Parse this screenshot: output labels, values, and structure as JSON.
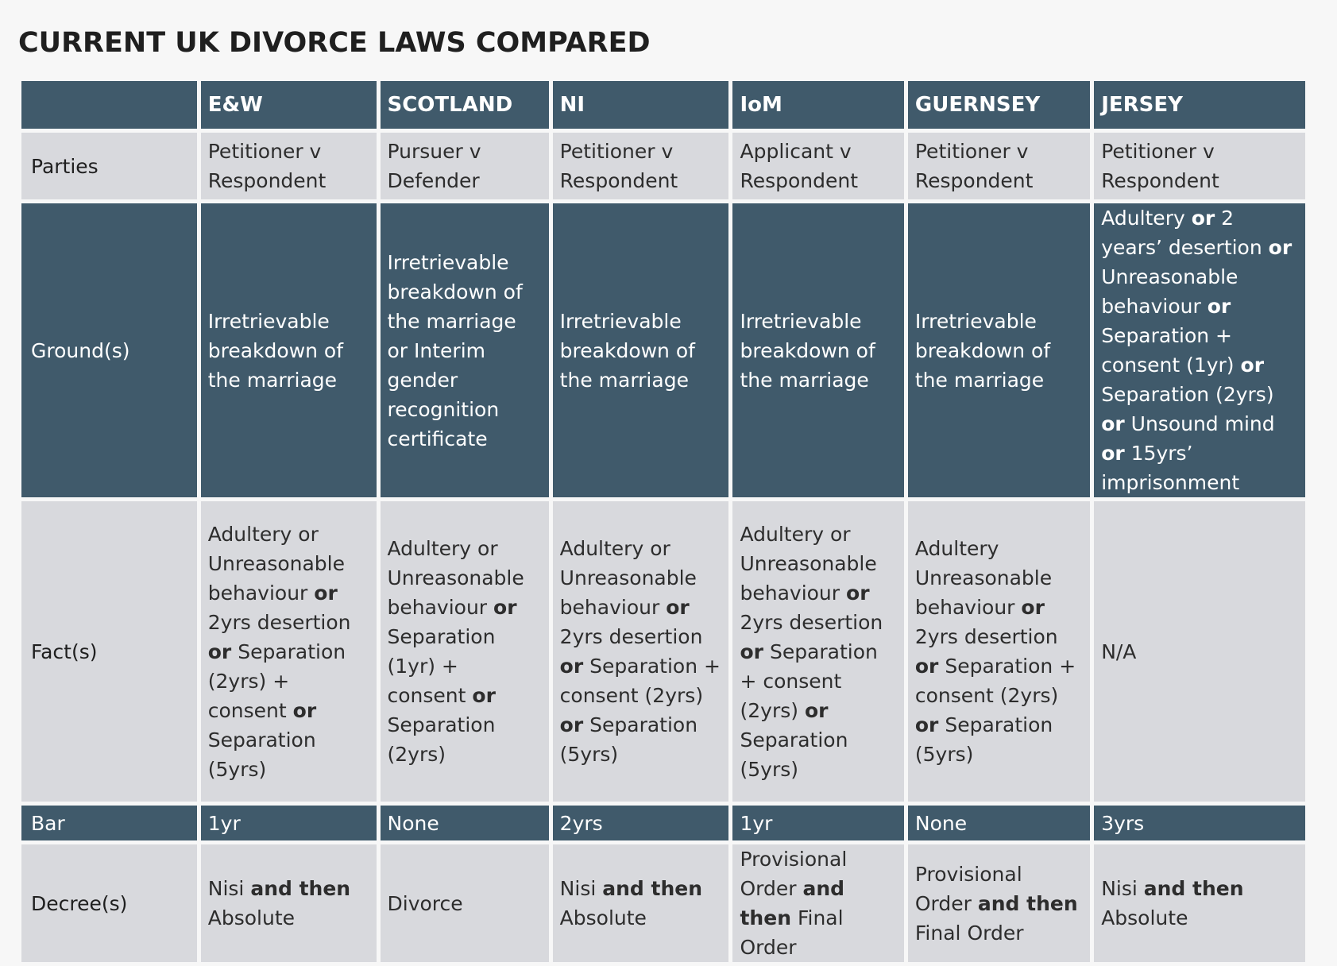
{
  "title": "CURRENT UK DIVORCE LAWS COMPARED",
  "colors": {
    "dark_cell": "#405a6b",
    "light_cell": "#d8d9dd",
    "page_background": "#f7f7f7"
  },
  "table": {
    "columns": [
      "E&W",
      "SCOTLAND",
      "NI",
      "IoM",
      "GUERNSEY",
      "JERSEY"
    ],
    "rows": [
      {
        "label": "Parties",
        "shade": "light",
        "cells": [
          [
            {
              "t": "Petitioner v Respondent",
              "b": false
            }
          ],
          [
            {
              "t": "Pursuer v Defender",
              "b": false
            }
          ],
          [
            {
              "t": "Petitioner v Respondent",
              "b": false
            }
          ],
          [
            {
              "t": "Applicant v Respondent",
              "b": false
            }
          ],
          [
            {
              "t": "Petitioner v Respondent",
              "b": false
            }
          ],
          [
            {
              "t": "Petitioner v Respondent",
              "b": false
            }
          ]
        ]
      },
      {
        "label": "Ground(s)",
        "shade": "dark",
        "cells": [
          [
            {
              "t": "Irretrievable breakdown of the marriage",
              "b": false
            }
          ],
          [
            {
              "t": "Irretrievable breakdown of the marriage or Interim gender recognition certificate",
              "b": false
            }
          ],
          [
            {
              "t": "Irretrievable breakdown of the marriage",
              "b": false
            }
          ],
          [
            {
              "t": "Irretrievable breakdown of the marriage",
              "b": false
            }
          ],
          [
            {
              "t": "Irretrievable breakdown of the marriage",
              "b": false
            }
          ],
          [
            {
              "t": "Adultery ",
              "b": false
            },
            {
              "t": "or",
              "b": true
            },
            {
              "t": " 2 years’ desertion ",
              "b": false
            },
            {
              "t": "or",
              "b": true
            },
            {
              "t": " Unreasonable behaviour ",
              "b": false
            },
            {
              "t": "or",
              "b": true
            },
            {
              "t": " Separation + consent (1yr) ",
              "b": false
            },
            {
              "t": "or",
              "b": true
            },
            {
              "t": " Separation (2yrs) ",
              "b": false
            },
            {
              "t": "or",
              "b": true
            },
            {
              "t": " Unsound mind ",
              "b": false
            },
            {
              "t": "or",
              "b": true
            },
            {
              "t": " 15yrs’ imprisonment",
              "b": false
            }
          ]
        ]
      },
      {
        "label": "Fact(s)",
        "shade": "light",
        "cells": [
          [
            {
              "t": "Adultery or Unreasonable behaviour ",
              "b": false
            },
            {
              "t": "or",
              "b": true
            },
            {
              "t": " 2yrs desertion ",
              "b": false
            },
            {
              "t": "or",
              "b": true
            },
            {
              "t": " Separation (2yrs) + consent ",
              "b": false
            },
            {
              "t": "or",
              "b": true
            },
            {
              "t": " Separation (5yrs)",
              "b": false
            }
          ],
          [
            {
              "t": "Adultery or Unreasonable behaviour ",
              "b": false
            },
            {
              "t": "or",
              "b": true
            },
            {
              "t": " Separation (1yr) + consent ",
              "b": false
            },
            {
              "t": "or",
              "b": true
            },
            {
              "t": " Separation (2yrs)",
              "b": false
            }
          ],
          [
            {
              "t": "Adultery or Unreasonable behaviour ",
              "b": false
            },
            {
              "t": "or",
              "b": true
            },
            {
              "t": " 2yrs desertion ",
              "b": false
            },
            {
              "t": "or",
              "b": true
            },
            {
              "t": " Separation + consent (2yrs) ",
              "b": false
            },
            {
              "t": "or",
              "b": true
            },
            {
              "t": " Separation (5yrs)",
              "b": false
            }
          ],
          [
            {
              "t": "Adultery or Unreasonable behaviour ",
              "b": false
            },
            {
              "t": "or",
              "b": true
            },
            {
              "t": " 2yrs desertion ",
              "b": false
            },
            {
              "t": "or",
              "b": true
            },
            {
              "t": " Separation + consent (2yrs) ",
              "b": false
            },
            {
              "t": "or",
              "b": true
            },
            {
              "t": " Separation (5yrs)",
              "b": false
            }
          ],
          [
            {
              "t": "Adultery Unreasonable behaviour ",
              "b": false
            },
            {
              "t": "or",
              "b": true
            },
            {
              "t": " 2yrs desertion ",
              "b": false
            },
            {
              "t": "or",
              "b": true
            },
            {
              "t": " Separation + consent (2yrs) ",
              "b": false
            },
            {
              "t": "or",
              "b": true
            },
            {
              "t": " Separation (5yrs)",
              "b": false
            }
          ],
          [
            {
              "t": "N/A",
              "b": false
            }
          ]
        ]
      },
      {
        "label": "Bar",
        "shade": "dark",
        "cells": [
          [
            {
              "t": "1yr",
              "b": false
            }
          ],
          [
            {
              "t": "None",
              "b": false
            }
          ],
          [
            {
              "t": "2yrs",
              "b": false
            }
          ],
          [
            {
              "t": "1yr",
              "b": false
            }
          ],
          [
            {
              "t": "None",
              "b": false
            }
          ],
          [
            {
              "t": "3yrs",
              "b": false
            }
          ]
        ]
      },
      {
        "label": "Decree(s)",
        "shade": "light",
        "cells": [
          [
            {
              "t": "Nisi ",
              "b": false
            },
            {
              "t": "and then",
              "b": true
            },
            {
              "t": " Absolute",
              "b": false
            }
          ],
          [
            {
              "t": "Divorce",
              "b": false
            }
          ],
          [
            {
              "t": "Nisi ",
              "b": false
            },
            {
              "t": "and then",
              "b": true
            },
            {
              "t": " Absolute",
              "b": false
            }
          ],
          [
            {
              "t": "Provisional Order ",
              "b": false
            },
            {
              "t": "and then",
              "b": true
            },
            {
              "t": " Final Order",
              "b": false
            }
          ],
          [
            {
              "t": "Provisional Order ",
              "b": false
            },
            {
              "t": "and then",
              "b": true
            },
            {
              "t": " Final Order",
              "b": false
            }
          ],
          [
            {
              "t": "Nisi ",
              "b": false
            },
            {
              "t": "and then",
              "b": true
            },
            {
              "t": " Absolute",
              "b": false
            }
          ]
        ]
      }
    ]
  }
}
